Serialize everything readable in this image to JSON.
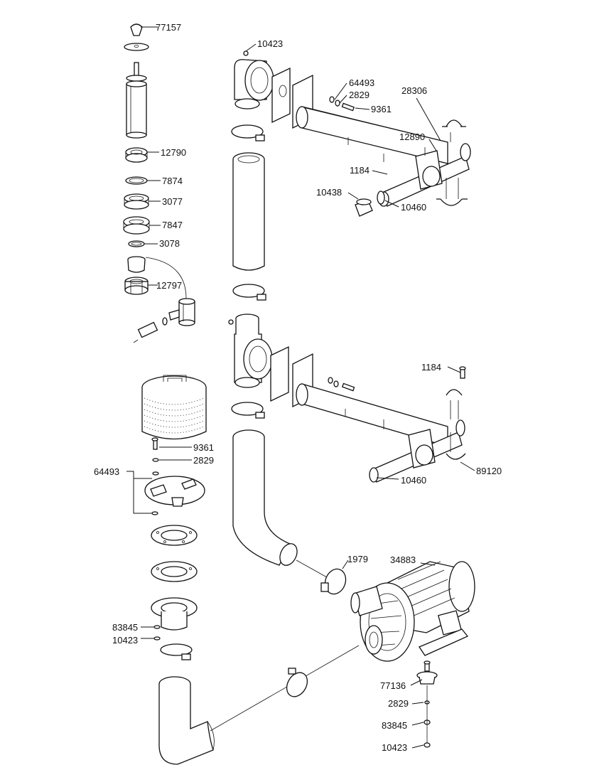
{
  "labels": {
    "p77157": "77157",
    "p12790": "12790",
    "p7874": "7874",
    "p3077": "3077",
    "p7847": "7847",
    "p3078": "3078",
    "p12797": "12797",
    "p10423_top": "10423",
    "p64493_top": "64493",
    "p2829_top": "2829",
    "p9361_top": "9361",
    "p28306": "28306",
    "p12890": "12890",
    "p1184_top": "1184",
    "p10438": "10438",
    "p10460_top": "10460",
    "p1184_mid": "1184",
    "p10460_mid": "10460",
    "p89120": "89120",
    "p9361_filter": "9361",
    "p2829_filter": "2829",
    "p64493_filter": "64493",
    "p1979": "1979",
    "p34883": "34883",
    "p83845_left": "83845",
    "p10423_left": "10423",
    "p77136": "77136",
    "p2829_bottom": "2829",
    "p83845_bottom": "83845",
    "p10423_bottom": "10423"
  },
  "colors": {
    "line": "#111111",
    "background": "#ffffff"
  }
}
